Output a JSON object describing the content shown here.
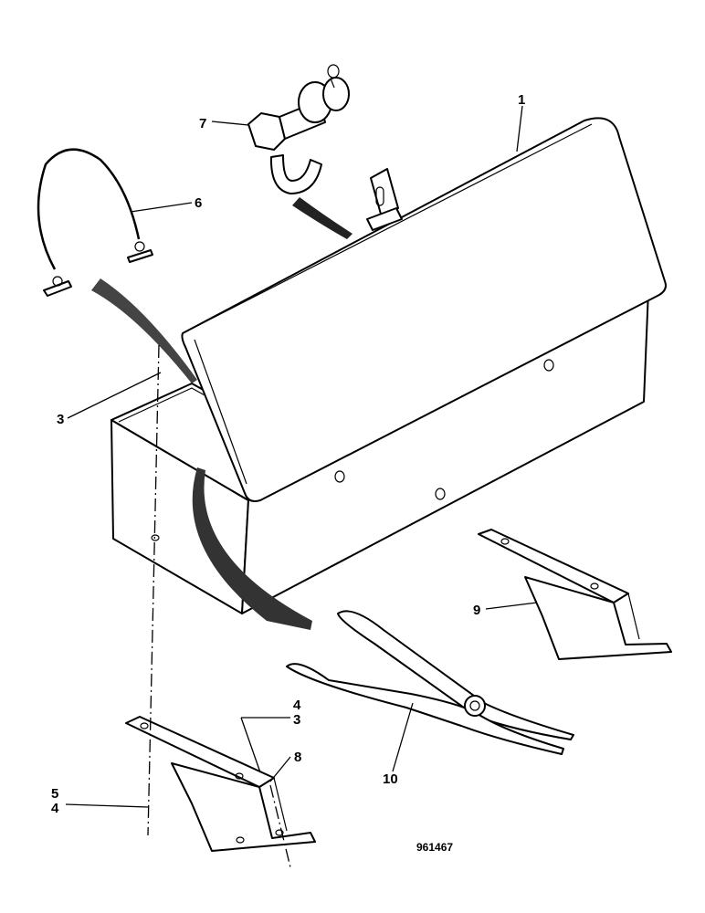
{
  "diagram": {
    "reference_number": "961467",
    "callouts": {
      "c1": "1",
      "c3a": "3",
      "c3b": "3",
      "c4a": "4",
      "c4b": "4",
      "c5": "5",
      "c6": "6",
      "c7": "7",
      "c8": "8",
      "c9": "9",
      "c10": "10"
    }
  }
}
